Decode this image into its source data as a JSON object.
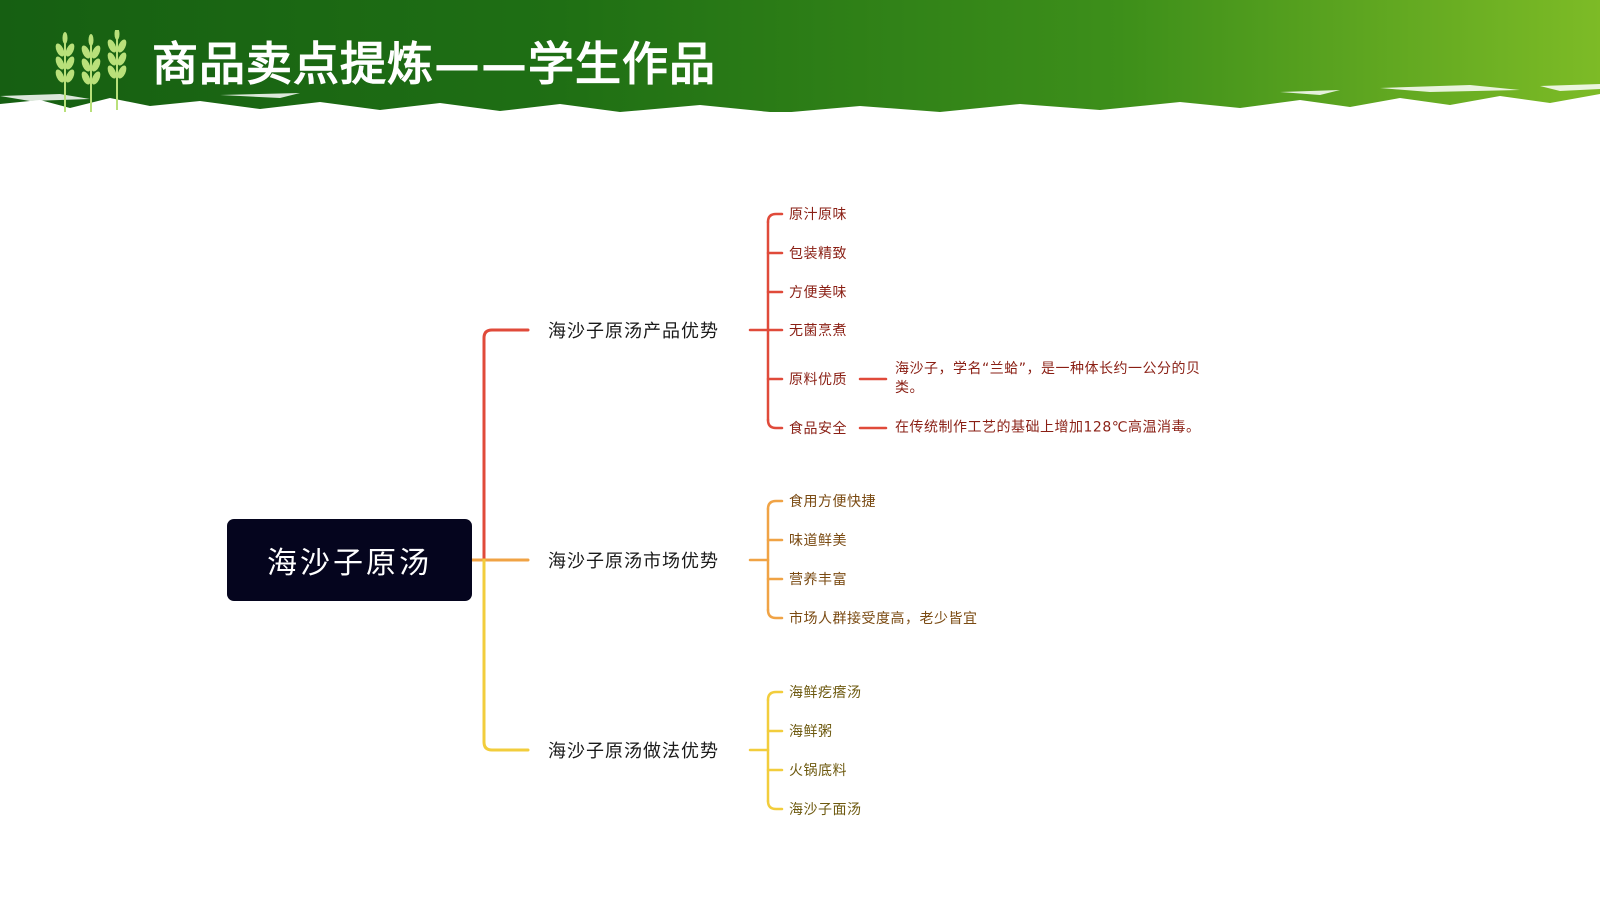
{
  "header": {
    "title": "商品卖点提炼——学生作品",
    "icon": "wheat-icon",
    "colors": {
      "start": "#165f12",
      "end": "#7dbb26"
    }
  },
  "mindmap": {
    "root": "海沙子原汤",
    "branches": [
      {
        "label": "海沙子原汤产品优势",
        "color": "#e04a3a",
        "items": [
          {
            "label": "原汁原味"
          },
          {
            "label": "包装精致"
          },
          {
            "label": "方便美味"
          },
          {
            "label": "无菌烹煮"
          },
          {
            "label": "原料优质",
            "detail": [
              "海沙子，学名“兰蛤”，是一种体长约一公分的贝",
              "类。"
            ]
          },
          {
            "label": "食品安全",
            "detail": [
              "在传统制作工艺的基础上增加128℃高温消毒。"
            ]
          }
        ]
      },
      {
        "label": "海沙子原汤市场优势",
        "color": "#f0a345",
        "items": [
          {
            "label": "食用方便快捷"
          },
          {
            "label": "味道鲜美"
          },
          {
            "label": "营养丰富"
          },
          {
            "label": "市场人群接受度高，老少皆宜"
          }
        ]
      },
      {
        "label": "海沙子原汤做法优势",
        "color": "#f2cd3c",
        "items": [
          {
            "label": "海鲜疙瘩汤"
          },
          {
            "label": "海鲜粥"
          },
          {
            "label": "火锅底料"
          },
          {
            "label": "海沙子面汤"
          }
        ]
      }
    ]
  }
}
